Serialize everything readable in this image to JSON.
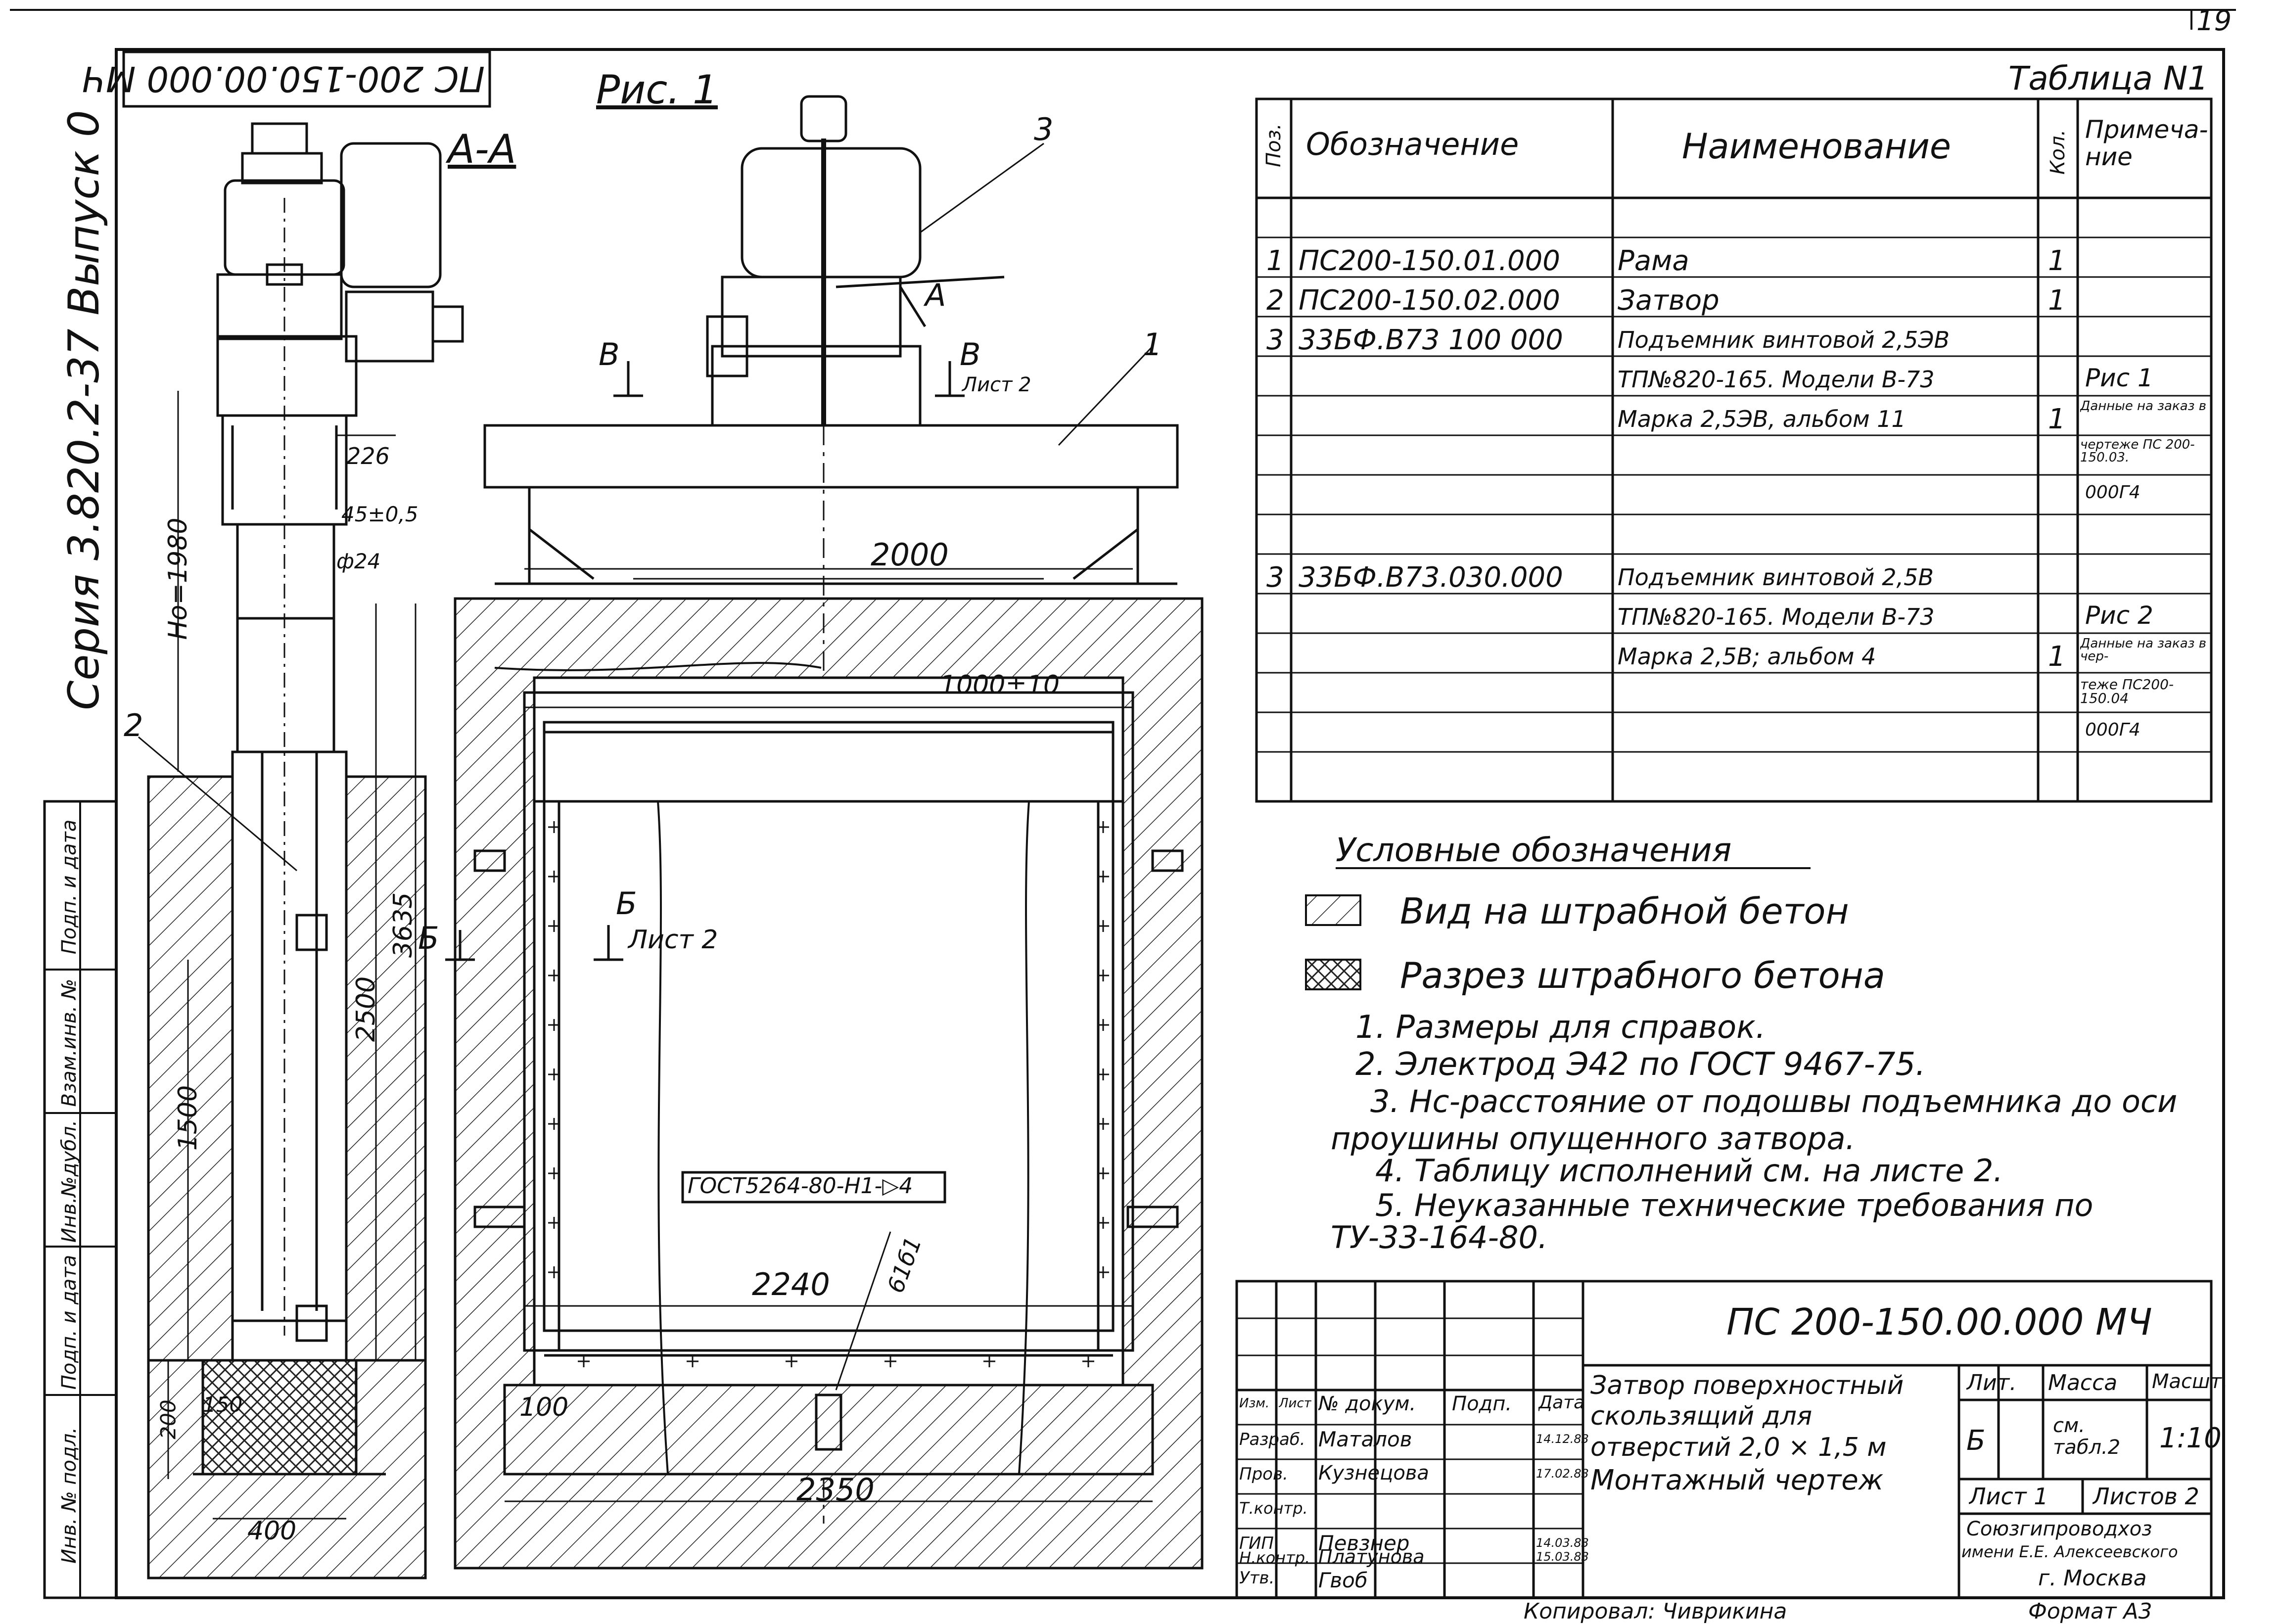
{
  "sheet": {
    "page_number": "19",
    "stamp_rotated": "ПС 200-150.00.000 МЧ",
    "figure_label": "Рис. 1",
    "section_label": "А-А",
    "side_series": "Серия 3.820.2-37",
    "side_issue": "Выпуск 0",
    "copied_by": "Копировал: Чиврикина",
    "format": "Формат А3"
  },
  "left_strip": {
    "labels": [
      "Подп. и дата",
      "Взам.инв. №",
      "Инв.№дубл.",
      "Подп. и дата",
      "Инв. № подл."
    ]
  },
  "table": {
    "title": "Таблица N1",
    "headers": [
      "Поз.",
      "Обозначение",
      "Наименование",
      "Кол.",
      "Примеча-ние"
    ],
    "rows": [
      {
        "pos": "1",
        "designation": "ПС200-150.01.000",
        "name": "Рама",
        "qty": "1",
        "note": ""
      },
      {
        "pos": "2",
        "designation": "ПС200-150.02.000",
        "name": "Затвор",
        "qty": "1",
        "note": ""
      },
      {
        "pos": "3",
        "designation": "33БФ.В73 100 000",
        "name": "Подъемник винтовой 2,5ЭВ",
        "qty": "",
        "note": ""
      },
      {
        "pos": "",
        "designation": "",
        "name": "ТП№820-165. Модели В-73",
        "qty": "",
        "note": "Рис 1"
      },
      {
        "pos": "",
        "designation": "",
        "name": "Марка 2,5ЭВ, альбом 11",
        "qty": "1",
        "note": "Данные на заказ в"
      },
      {
        "pos": "",
        "designation": "",
        "name": "",
        "qty": "",
        "note": "чертеже ПС 200-150.03."
      },
      {
        "pos": "",
        "designation": "",
        "name": "",
        "qty": "",
        "note": "000Г4"
      },
      {
        "pos": "3",
        "designation": "33БФ.В73.030.000",
        "name": "Подъемник винтовой 2,5В",
        "qty": "",
        "note": ""
      },
      {
        "pos": "",
        "designation": "",
        "name": "ТП№820-165. Модели В-73",
        "qty": "",
        "note": "Рис 2"
      },
      {
        "pos": "",
        "designation": "",
        "name": "Марка 2,5В; альбом 4",
        "qty": "1",
        "note": "Данные на заказ в чер-"
      },
      {
        "pos": "",
        "designation": "",
        "name": "",
        "qty": "",
        "note": "теже ПС200-150.04"
      },
      {
        "pos": "",
        "designation": "",
        "name": "",
        "qty": "",
        "note": "000Г4"
      },
      {
        "pos": "",
        "designation": "",
        "name": "",
        "qty": "",
        "note": ""
      }
    ]
  },
  "legend": {
    "title": "Условные обозначения",
    "items": [
      "Вид на штрабной бетон",
      "Разрез штрабного бетона"
    ]
  },
  "notes": [
    "1. Размеры для справок.",
    "2. Электрод Э42 по ГОСТ 9467-75.",
    "3. Нс-расстояние от подошвы подъемника до оси",
    "проушины опущенного затвора.",
    "4. Таблицу исполнений см. на листе 2.",
    "5. Неуказанные технические требования по",
    "ТУ-33-164-80."
  ],
  "drawing_labels": {
    "dim_2000": "2000",
    "dim_1000": "1000±10",
    "dim_2240": "2240",
    "dim_2350": "2350",
    "dim_100": "100",
    "dim_226": "226",
    "dim_45": "45±0,5",
    "dim_24": "ф24",
    "dim_H0": "Но=1980",
    "dim_3635": "3635",
    "dim_2500": "2500",
    "dim_1500": "1500",
    "dim_200": "200",
    "dim_150": "150",
    "dim_400": "400",
    "weld": "ГОСТ5264-80-Н1-▷4",
    "weld_ref": "61б1",
    "callout_1": "1",
    "callout_2": "2",
    "callout_3": "3",
    "mark_A": "А",
    "mark_B": "В",
    "mark_B_sheet": "Лист 2",
    "mark_B_low": "Б",
    "mark_B_low_sheet": "Лист 2",
    "mark_B_left": "Б",
    "mark_V_left": "В"
  },
  "title_block": {
    "drawing_code": "ПС 200-150.00.000 МЧ",
    "title": "Затвор поверхностный скользящий для отверстий 2,0 × 1,5 м",
    "subtitle": "Монтажный чертеж",
    "header_cols": [
      "Изм.",
      "Лист",
      "№ докум.",
      "Подп.",
      "Дата"
    ],
    "roles": [
      {
        "role": "Разраб.",
        "name": "Маталов",
        "date": "14.12.83"
      },
      {
        "role": "Пров.",
        "name": "Кузнецова",
        "date": "17.02.83"
      },
      {
        "role": "Т.контр.",
        "name": "",
        "date": ""
      },
      {
        "role": "ГИП",
        "name": "Певзнер",
        "date": "14.03.83"
      },
      {
        "role": "Н.контр.",
        "name": "Платунова",
        "date": "15.03.83"
      },
      {
        "role": "Утв.",
        "name": "Гвоб",
        "date": ""
      }
    ],
    "lit_label": "Лит.",
    "mass_label": "Масса",
    "scale_label": "Масшт.",
    "lit_value": "Б",
    "mass_value": "см. табл.2",
    "scale_value": "1:10",
    "sheet_label": "Лист 1",
    "sheets_label": "Листов 2",
    "org_1": "Союзгипроводхоз",
    "org_2": "имени Е.Е. Алексеевского",
    "org_3": "г. Москва"
  }
}
